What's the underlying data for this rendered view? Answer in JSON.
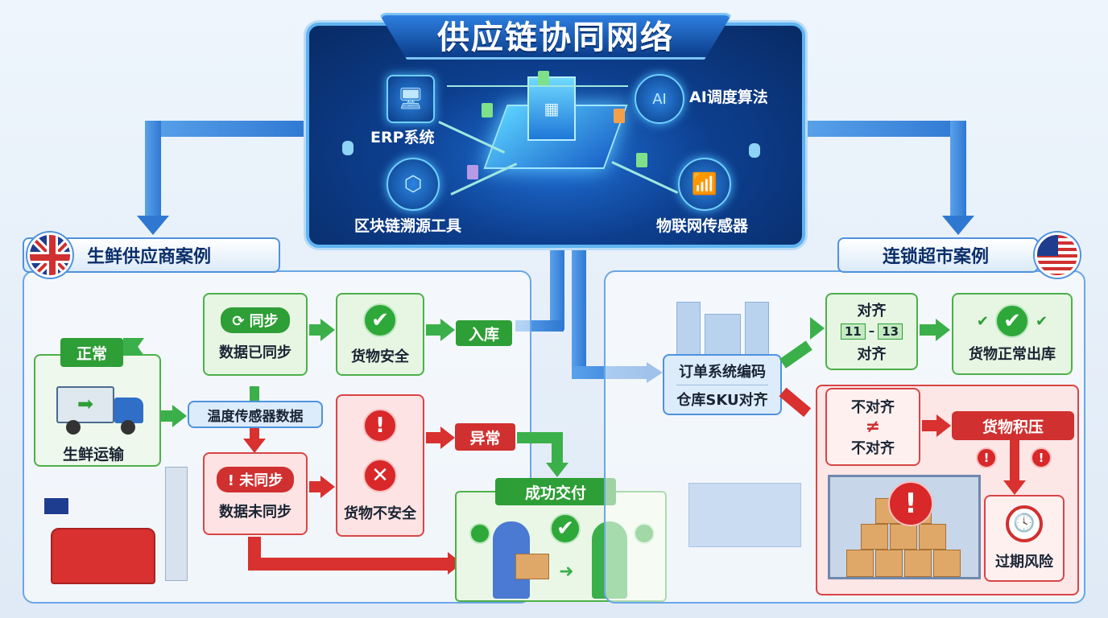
{
  "network": {
    "title": "供应链协同网络",
    "nodes": {
      "erp": "ERP系统",
      "ai": "AI调度算法",
      "ai_badge": "AI",
      "blockchain": "区块链溯源工具",
      "iot": "物联网传感器"
    }
  },
  "left_case": {
    "title": "生鲜供应商案例",
    "flag": "uk-flag",
    "normal_flag": "正常",
    "truck_label": "生鲜运输",
    "sensor_data": "温度传感器数据",
    "synced_pill": "同步",
    "synced_text": "数据已同步",
    "safe": "货物安全",
    "inbound": "入库",
    "unsynced_pill": "未同步",
    "unsynced_text": "数据未同步",
    "unsafe": "货物不安全",
    "abnormal": "异常",
    "delivery": "成功交付"
  },
  "right_case": {
    "title": "连锁超市案例",
    "flag": "us-flag",
    "order_line1": "订单系统编码",
    "order_line2": "仓库SKU对齐",
    "aligned_top": "对齐",
    "aligned_a": "11",
    "aligned_sep": "–",
    "aligned_b": "13",
    "aligned_bottom": "对齐",
    "normal_out": "货物正常出库",
    "misaligned_top": "不对齐",
    "neq": "≠",
    "misaligned_bottom": "不对齐",
    "backlog": "货物积压",
    "expiry": "过期风险"
  },
  "colors": {
    "green": "#2e9e36",
    "red": "#d0302f",
    "blue": "#4f92dd",
    "navy": "#0b3d8a"
  }
}
